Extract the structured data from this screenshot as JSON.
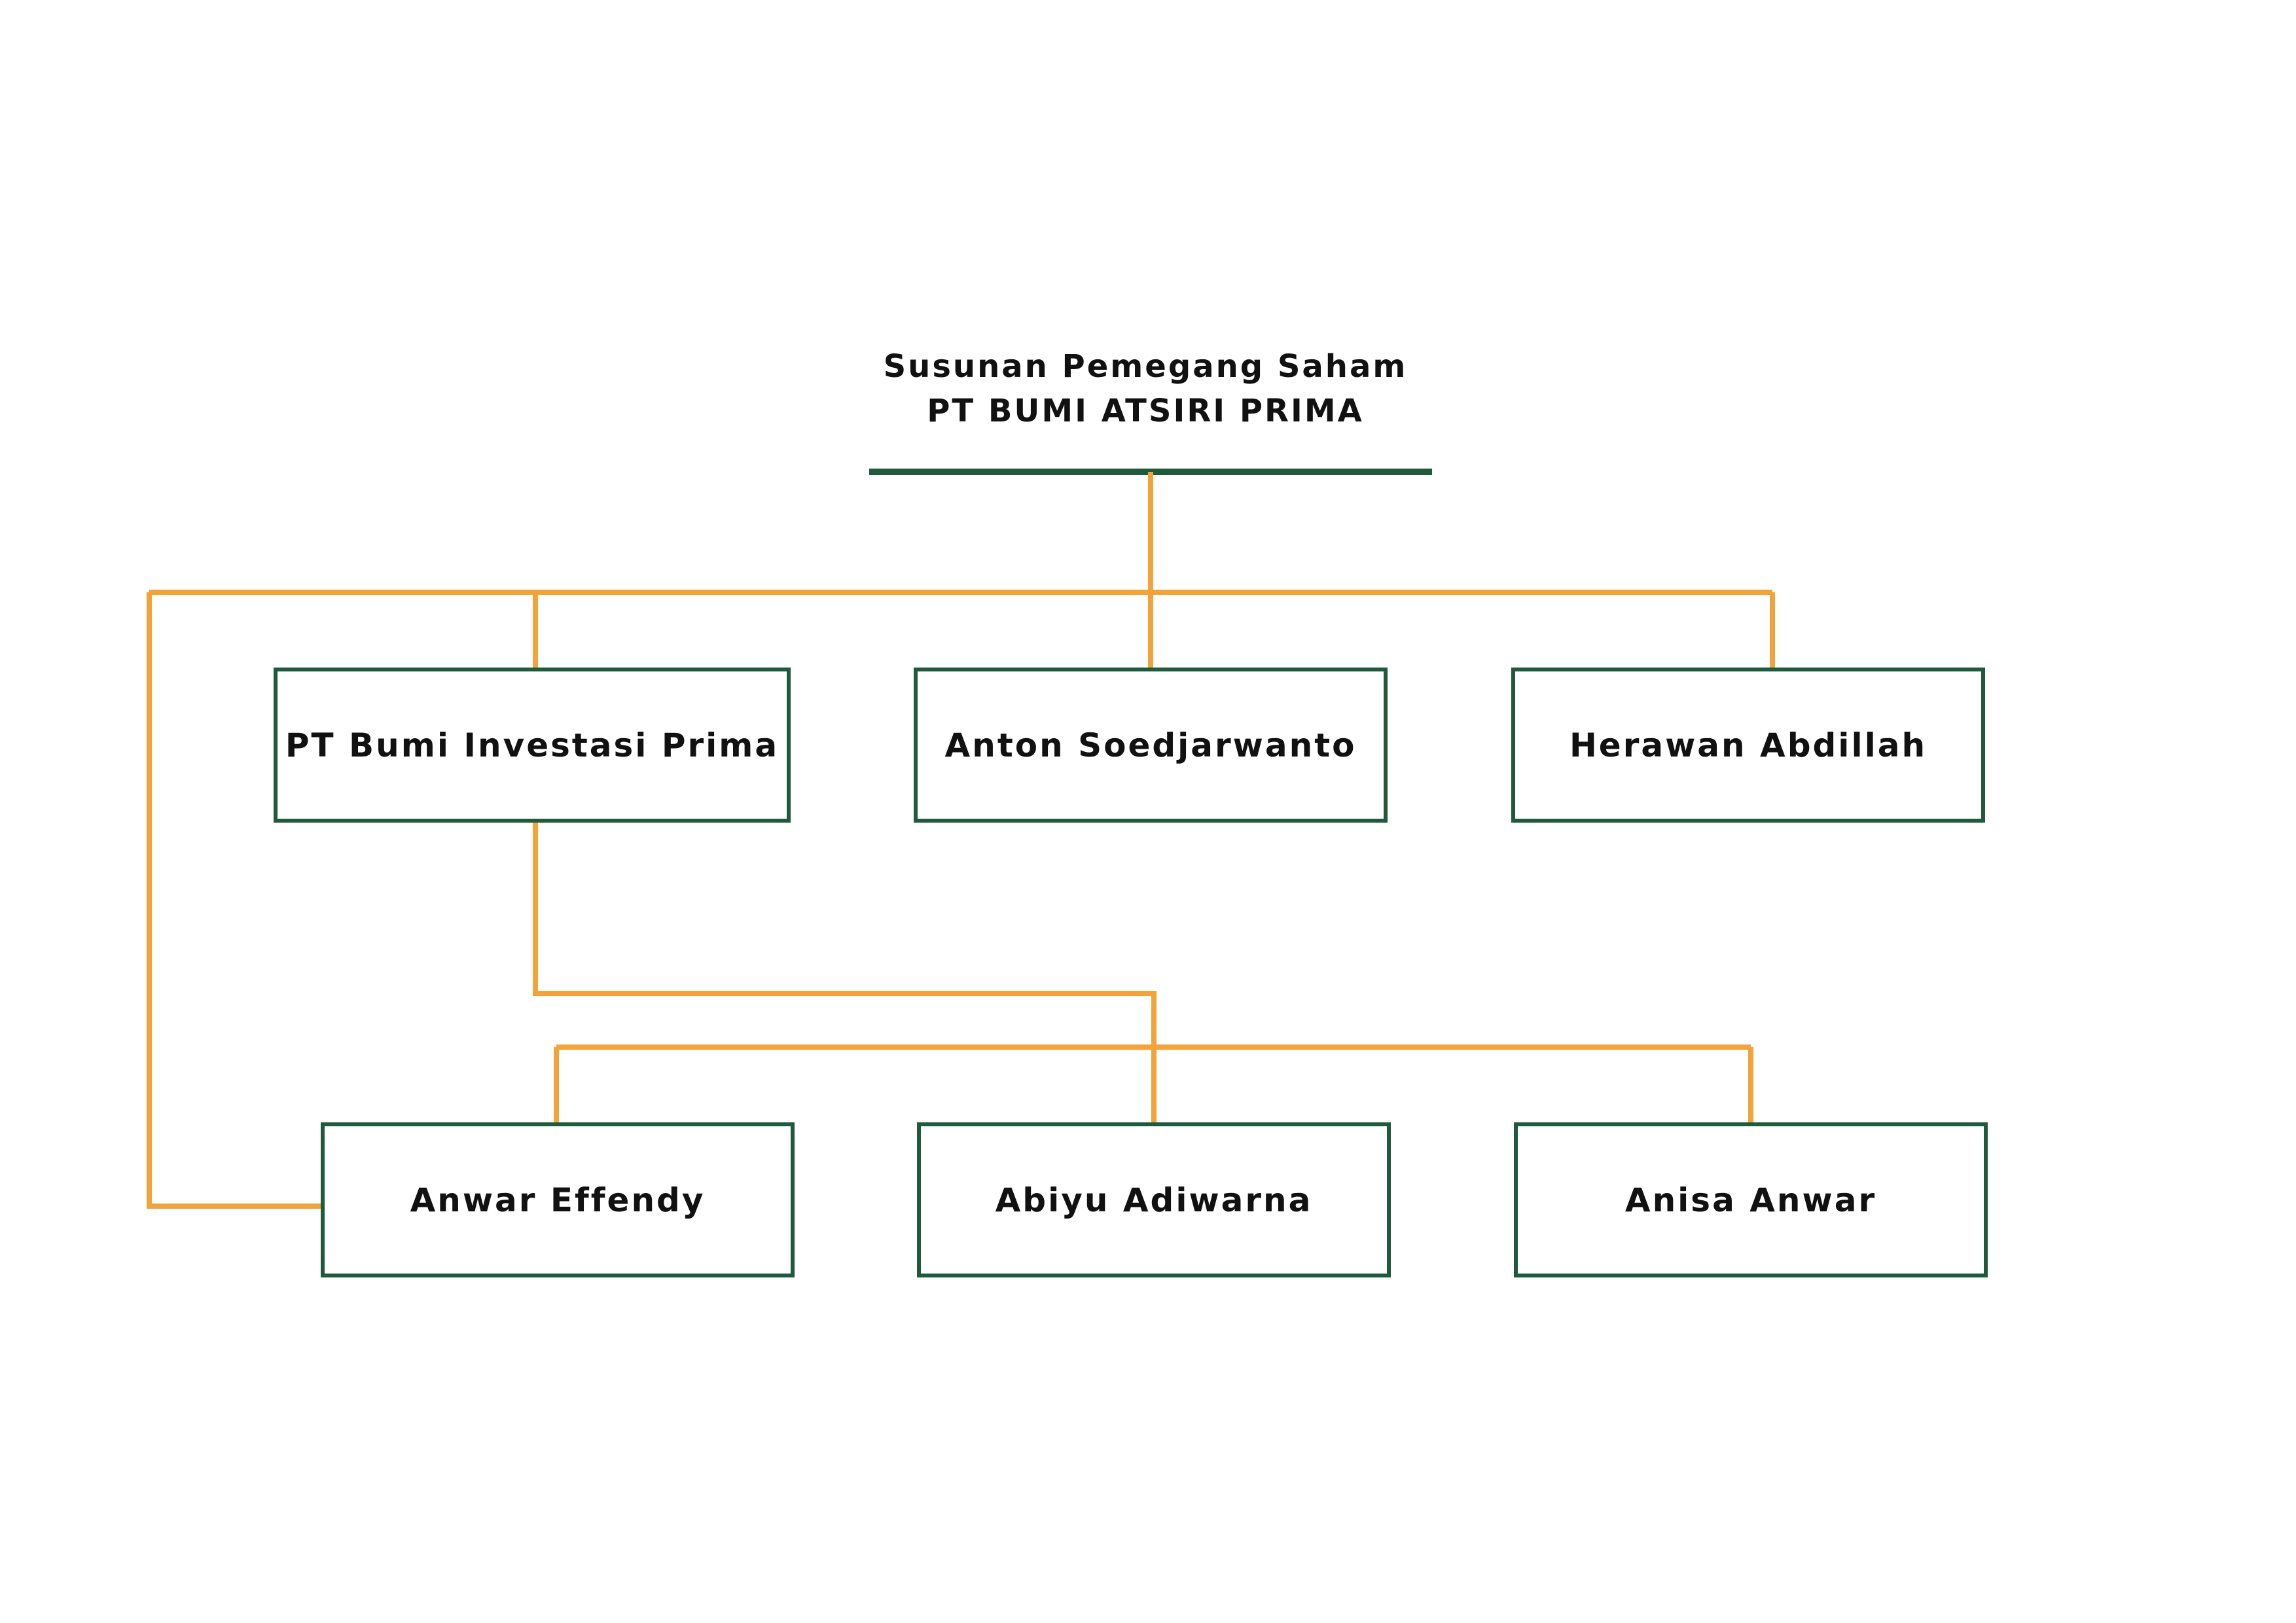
{
  "title": {
    "line1": "Susunan Pemegang Saham",
    "line2": "PT BUMI ATSIRI PRIMA"
  },
  "nodes": [
    {
      "label": "PT Bumi Investasi Prima"
    },
    {
      "label": "Anton Soedjarwanto"
    },
    {
      "label": "Herawan Abdillah"
    },
    {
      "label": "Anwar Effendy"
    },
    {
      "label": "Abiyu Adiwarna"
    },
    {
      "label": "Anisa Anwar"
    }
  ],
  "colors": {
    "connector": "#f2a33a",
    "border": "#1f5a3c",
    "text": "#111111",
    "background": "#ffffff"
  }
}
